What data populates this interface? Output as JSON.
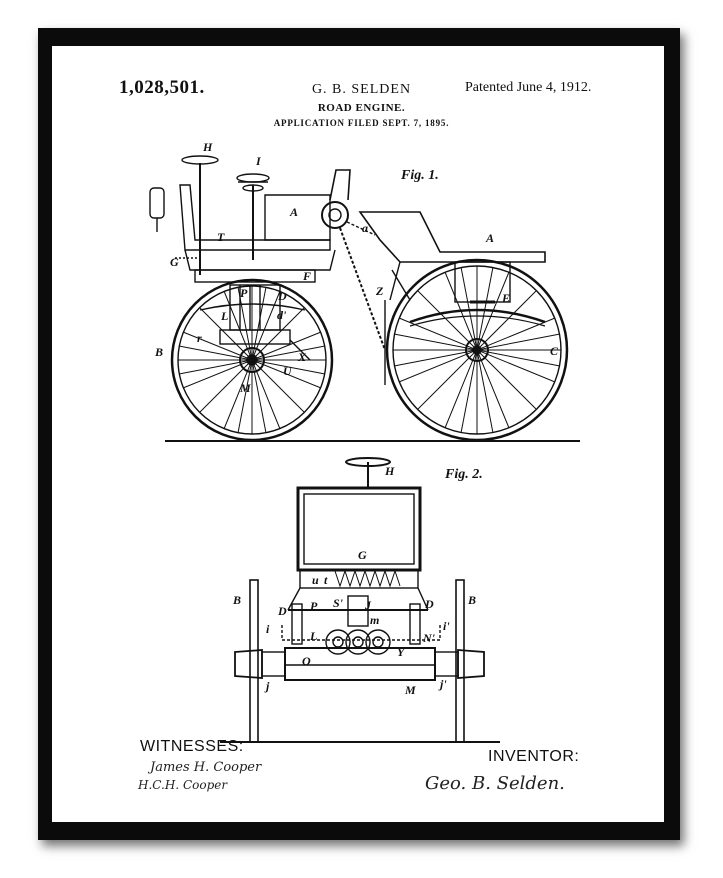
{
  "patent_number": "1,028,501.",
  "inventor_name": "G. B. SELDEN",
  "title": "ROAD ENGINE.",
  "application_filed": "APPLICATION FILED SEPT. 7, 1895.",
  "patented": "Patented June 4, 1912.",
  "fig1": {
    "caption": "Fig. 1.",
    "labels": {
      "H": "H",
      "I": "I",
      "A_body": "A",
      "A_rear": "A",
      "a": "a",
      "T": "T",
      "G": "G",
      "F": "F",
      "P": "P",
      "D": "D",
      "d": "d'",
      "L": "L",
      "r": "r",
      "B": "B",
      "X": "X",
      "U": "U",
      "M": "M",
      "Z": "Z",
      "E": "E",
      "C": "C"
    }
  },
  "fig2": {
    "caption": "Fig. 2.",
    "labels": {
      "H": "H",
      "G": "G",
      "u": "u",
      "t": "t",
      "B_left": "B",
      "B_right": "B",
      "D_left": "D",
      "D_right": "D",
      "P": "P",
      "S": "S'",
      "J": "J",
      "m": "m",
      "i": "i",
      "i2": "i'",
      "L": "L",
      "N": "N'",
      "O": "O",
      "Y": "Y",
      "j": "j",
      "j2": "j'",
      "M": "M"
    }
  },
  "witnesses_heading": "WITNESSES:",
  "witness_signatures": [
    "James H. Cooper",
    "H.C.H. Cooper"
  ],
  "inventor_heading": "INVENTOR:",
  "inventor_signature": "Geo. B. Selden."
}
